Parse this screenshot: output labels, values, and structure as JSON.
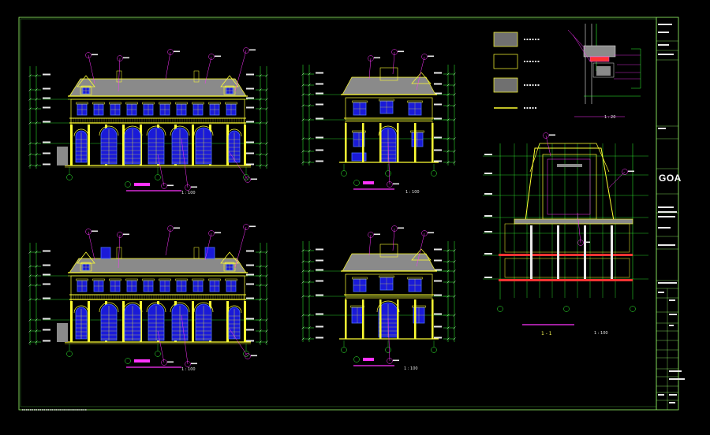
{
  "drawing": {
    "company_logo": "GOA",
    "colors": {
      "background": "#000000",
      "frame": "#9aff6a",
      "building": "#ffff33",
      "window_fill": "#1a1ad8",
      "window_outline": "#4a6cff",
      "dimension_lines": "#33ff33",
      "leader_lines": "#ff33ff",
      "dimension_text": "#e8e8e8",
      "legend_fill": "#707070",
      "roof_fill": "#8a8a8a"
    },
    "views": [
      {
        "id": "elevation-front",
        "scale": "1 : 100"
      },
      {
        "id": "elevation-side-right",
        "scale": "1 : 100"
      },
      {
        "id": "elevation-rear",
        "scale": "1 : 100"
      },
      {
        "id": "elevation-side-left",
        "scale": "1 : 100"
      },
      {
        "id": "section-1-1",
        "title": "1 - 1",
        "scale": "1 : 100"
      },
      {
        "id": "wall-detail",
        "scale": "1 : 20"
      }
    ]
  }
}
